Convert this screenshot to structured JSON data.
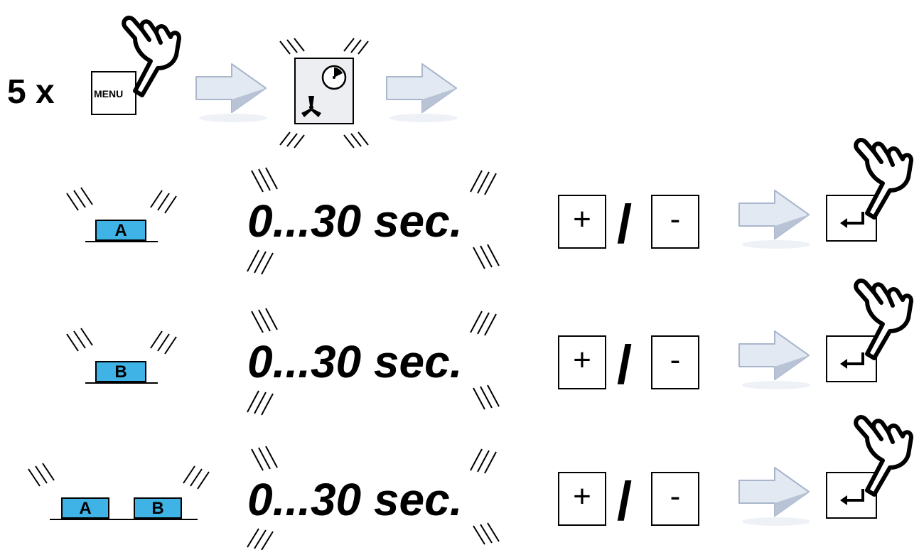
{
  "header": {
    "press_count": "5 x",
    "menu_key_label": "MENU",
    "menu_icon": "pointing-hand-icon",
    "display_icon": "timer-fan-display-icon"
  },
  "rows": [
    {
      "zones": [
        "A"
      ],
      "time": "0...30 sec.",
      "plus": "+",
      "slash": "/",
      "minus": "-",
      "enter_icon": "enter-arrow-icon"
    },
    {
      "zones": [
        "B"
      ],
      "time": "0...30 sec.",
      "plus": "+",
      "slash": "/",
      "minus": "-",
      "enter_icon": "enter-arrow-icon"
    },
    {
      "zones": [
        "A",
        "B"
      ],
      "time": "0...30 sec.",
      "plus": "+",
      "slash": "/",
      "minus": "-",
      "enter_icon": "enter-arrow-icon"
    }
  ],
  "colors": {
    "zone_fill": "#3fb2e6",
    "arrow_fill": "#e3e9f2",
    "arrow_stroke": "#a9b6cc",
    "display_fill": "#eceef2"
  }
}
